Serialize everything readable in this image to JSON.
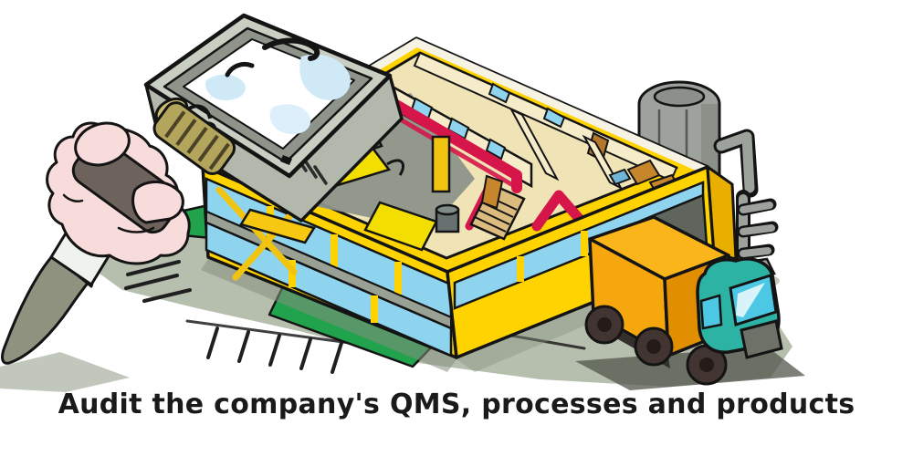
{
  "illustration": {
    "caption": "Audit the company's QMS, processes and products",
    "parts": {
      "magnifier": "rectangular magnifying loupe",
      "hand": "hand holding the loupe",
      "building": "cutaway company building with offices",
      "truck": "delivery truck at loading dock",
      "tanks": "industrial storage tanks",
      "ground": "factory yard with road markings"
    },
    "colors": {
      "background": "#ffffff",
      "caption_text": "#1a1a1a",
      "outline": "#141414",
      "building_yellow": "#ffd300",
      "building_yellow_dark": "#e8ae00",
      "interior_floor_cream": "#f0e3b6",
      "interior_wall_cream": "#f6ecca",
      "interior_wall_red": "#d6154a",
      "window_blue": "#8fd4ef",
      "stairs_tan": "#dcbc7e",
      "door_brown": "#b5772a",
      "furniture_tan": "#c8862c",
      "machine_gray": "#5d6360",
      "grass_green": "#21a24d",
      "pavement_gray": "#b6beae",
      "shadow_gray": "#87907f",
      "dock_gray": "#5f655c",
      "truck_orange": "#f6a70e",
      "truck_orange_dark": "#e18e00",
      "cab_teal": "#2db3a3",
      "windshield_cyan": "#4cc7e4",
      "wheel_brown": "#413431",
      "tank_gray": "#9da29c",
      "frame_gray": "#c9cec2",
      "frame_side_gray": "#b3b8ac",
      "bezel_gray": "#8f948b",
      "lens_white": "#ffffff",
      "lens_blue": "#cfe9f7",
      "ferrule_gold": "#b3a55c",
      "handle_gray": "#6d635c",
      "hand_pink": "#f8dcdb",
      "sleeve_olive": "#8f927e",
      "cuff_white": "#eef3ee"
    }
  }
}
